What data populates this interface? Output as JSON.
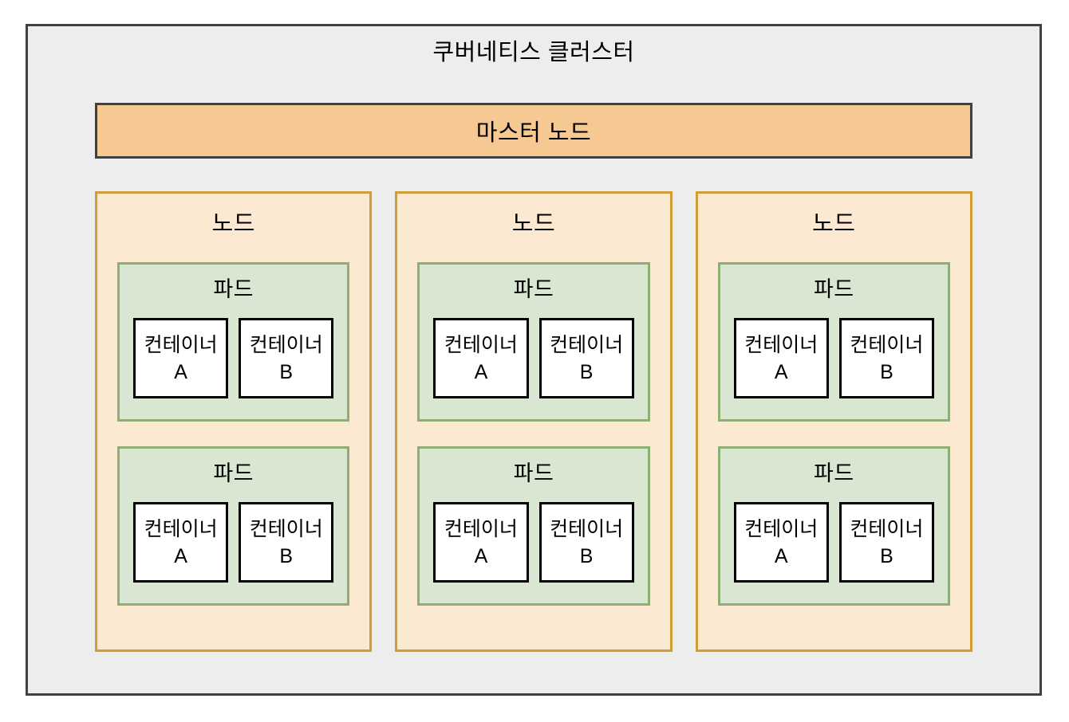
{
  "colors": {
    "page_bg": "#ffffff",
    "cluster_fill": "#ededed",
    "cluster_stroke": "#3f4042",
    "master_fill": "#f6c992",
    "master_stroke": "#3f4042",
    "node_fill": "#fce9d1",
    "node_stroke": "#d09e36",
    "pod_fill": "#d8e6d2",
    "pod_stroke": "#8fae76",
    "container_fill": "#ffffff",
    "container_stroke": "#000000",
    "text": "#000000"
  },
  "diagram": {
    "title": "쿠버네티스 클러스터",
    "master_node_label": "마스터 노드",
    "nodes": [
      {
        "label": "노드",
        "pods": [
          {
            "label": "파드",
            "containers": [
              {
                "name_line": "컨테이너",
                "id_line": "A"
              },
              {
                "name_line": "컨테이너",
                "id_line": "B"
              }
            ]
          },
          {
            "label": "파드",
            "containers": [
              {
                "name_line": "컨테이너",
                "id_line": "A"
              },
              {
                "name_line": "컨테이너",
                "id_line": "B"
              }
            ]
          }
        ]
      },
      {
        "label": "노드",
        "pods": [
          {
            "label": "파드",
            "containers": [
              {
                "name_line": "컨테이너",
                "id_line": "A"
              },
              {
                "name_line": "컨테이너",
                "id_line": "B"
              }
            ]
          },
          {
            "label": "파드",
            "containers": [
              {
                "name_line": "컨테이너",
                "id_line": "A"
              },
              {
                "name_line": "컨테이너",
                "id_line": "B"
              }
            ]
          }
        ]
      },
      {
        "label": "노드",
        "pods": [
          {
            "label": "파드",
            "containers": [
              {
                "name_line": "컨테이너",
                "id_line": "A"
              },
              {
                "name_line": "컨테이너",
                "id_line": "B"
              }
            ]
          },
          {
            "label": "파드",
            "containers": [
              {
                "name_line": "컨테이너",
                "id_line": "A"
              },
              {
                "name_line": "컨테이너",
                "id_line": "B"
              }
            ]
          }
        ]
      }
    ]
  }
}
